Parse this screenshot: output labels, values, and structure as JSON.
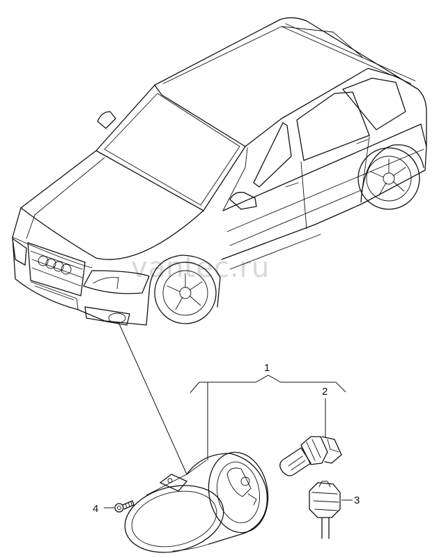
{
  "watermark": "vantec.ru",
  "callouts": {
    "fog_light_assembly": "1",
    "bulb": "2",
    "bulb_socket": "3",
    "screw": "4"
  }
}
